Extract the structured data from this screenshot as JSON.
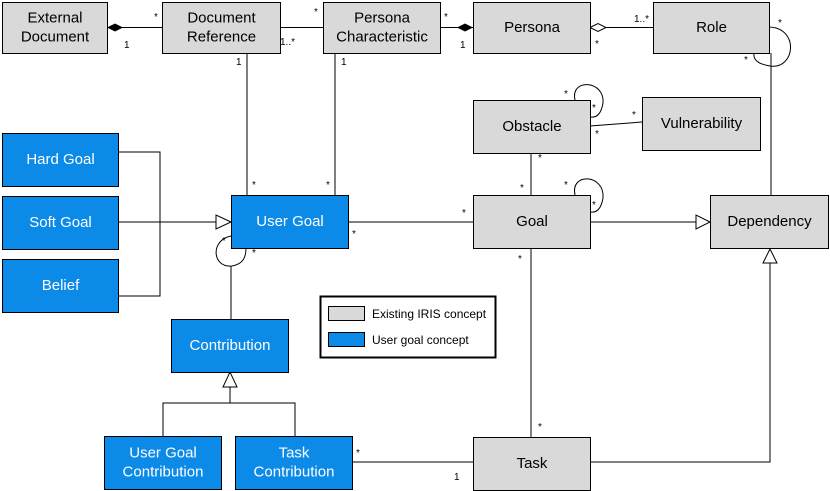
{
  "colors": {
    "existing_fill": "#d9d9d9",
    "user_goal_fill": "#0b8ae8",
    "stroke": "#000000",
    "text_dark": "#000000",
    "text_light": "#ffffff"
  },
  "nodes": [
    {
      "id": "external-document",
      "lines": [
        "External",
        "Document"
      ],
      "kind": "existing"
    },
    {
      "id": "document-reference",
      "lines": [
        "Document",
        "Reference"
      ],
      "kind": "existing"
    },
    {
      "id": "persona-characteristic",
      "lines": [
        "Persona",
        "Characteristic"
      ],
      "kind": "existing"
    },
    {
      "id": "persona",
      "lines": [
        "Persona"
      ],
      "kind": "existing"
    },
    {
      "id": "role",
      "lines": [
        "Role"
      ],
      "kind": "existing"
    },
    {
      "id": "obstacle",
      "lines": [
        "Obstacle"
      ],
      "kind": "existing"
    },
    {
      "id": "vulnerability",
      "lines": [
        "Vulnerability"
      ],
      "kind": "existing"
    },
    {
      "id": "goal",
      "lines": [
        "Goal"
      ],
      "kind": "existing"
    },
    {
      "id": "dependency",
      "lines": [
        "Dependency"
      ],
      "kind": "existing"
    },
    {
      "id": "task",
      "lines": [
        "Task"
      ],
      "kind": "existing"
    },
    {
      "id": "hard-goal",
      "lines": [
        "Hard Goal"
      ],
      "kind": "user"
    },
    {
      "id": "soft-goal",
      "lines": [
        "Soft Goal"
      ],
      "kind": "user"
    },
    {
      "id": "belief",
      "lines": [
        "Belief"
      ],
      "kind": "user"
    },
    {
      "id": "user-goal",
      "lines": [
        "User Goal"
      ],
      "kind": "user"
    },
    {
      "id": "contribution",
      "lines": [
        "Contribution"
      ],
      "kind": "user"
    },
    {
      "id": "user-goal-contribution",
      "lines": [
        "User Goal",
        "Contribution"
      ],
      "kind": "user"
    },
    {
      "id": "task-contribution",
      "lines": [
        "Task",
        "Contribution"
      ],
      "kind": "user"
    }
  ],
  "multiplicities": [
    {
      "id": "m-extdoc-1",
      "text": "1"
    },
    {
      "id": "m-docref-star-left",
      "text": "*"
    },
    {
      "id": "m-docref-1n",
      "text": "1..*"
    },
    {
      "id": "m-perschar-star-left",
      "text": "*"
    },
    {
      "id": "m-perschar-star-right",
      "text": "*"
    },
    {
      "id": "m-persona-1",
      "text": "1"
    },
    {
      "id": "m-persona-star",
      "text": "*"
    },
    {
      "id": "m-role-1n",
      "text": "1..*"
    },
    {
      "id": "m-role-star-right",
      "text": "*"
    },
    {
      "id": "m-role-star-bottom",
      "text": "*"
    },
    {
      "id": "m-docref-1-bottom",
      "text": "1"
    },
    {
      "id": "m-perschar-1-bottom",
      "text": "1"
    },
    {
      "id": "m-usergoal-star-docref",
      "text": "*"
    },
    {
      "id": "m-usergoal-star-perschar",
      "text": "*"
    },
    {
      "id": "m-usergoal-star-self-a",
      "text": "*"
    },
    {
      "id": "m-usergoal-star-self-b",
      "text": "*"
    },
    {
      "id": "m-usergoal-star-goal",
      "text": "*"
    },
    {
      "id": "m-goal-star-usergoal",
      "text": "*"
    },
    {
      "id": "m-obstacle-star-self-a",
      "text": "*"
    },
    {
      "id": "m-obstacle-star-self-b",
      "text": "*"
    },
    {
      "id": "m-obstacle-star-vuln",
      "text": "*"
    },
    {
      "id": "m-vuln-star",
      "text": "*"
    },
    {
      "id": "m-obstacle-star-bottom",
      "text": "*"
    },
    {
      "id": "m-goal-star-top",
      "text": "*"
    },
    {
      "id": "m-goal-star-self-a",
      "text": "*"
    },
    {
      "id": "m-goal-star-self-b",
      "text": "*"
    },
    {
      "id": "m-goal-star-bottom",
      "text": "*"
    },
    {
      "id": "m-task-star-top",
      "text": "*"
    },
    {
      "id": "m-taskcontrib-star",
      "text": "*"
    },
    {
      "id": "m-task-1",
      "text": "1"
    }
  ],
  "legend": {
    "items": [
      {
        "label": "Existing IRIS concept",
        "kind": "existing"
      },
      {
        "label": "User goal concept",
        "kind": "user"
      }
    ]
  }
}
